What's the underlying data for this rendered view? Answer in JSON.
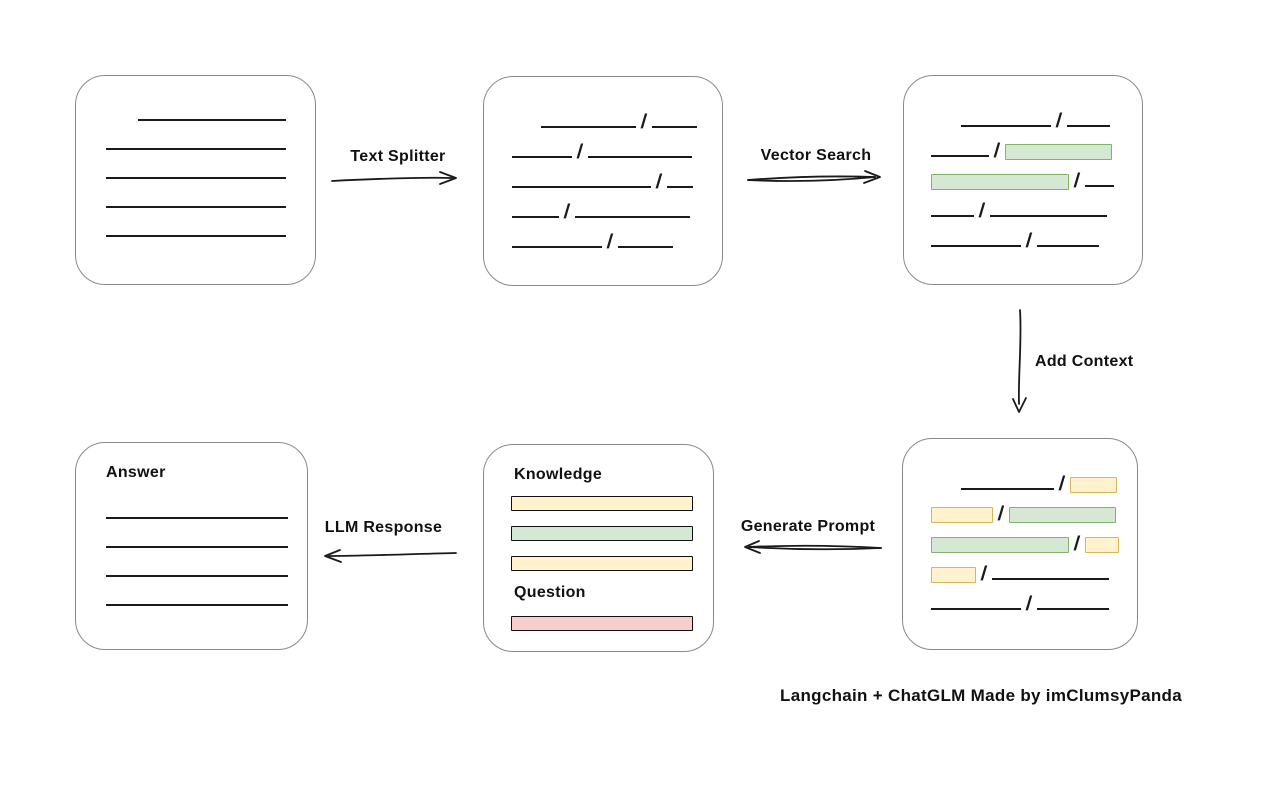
{
  "palette": {
    "box_border": "#8a8a8a",
    "line": "#1a1a1a",
    "green_fill": "#d5e8d4",
    "green_border": "#82b366",
    "yellow_fill": "#fff2cc",
    "yellow_border": "#d6b656",
    "red_fill": "#f8cecc",
    "red_border": "#b85450"
  },
  "slash_char": "/",
  "caption": "Langchain + ChatGLM Made by imClumsyPanda",
  "arrows": {
    "text_splitter": {
      "label": "Text Splitter",
      "direction": "right"
    },
    "vector_search": {
      "label": "Vector Search",
      "direction": "right"
    },
    "add_context": {
      "label": "Add Context",
      "direction": "down"
    },
    "generate_prompt": {
      "label": "Generate Prompt",
      "direction": "left"
    },
    "llm_response": {
      "label": "LLM Response",
      "direction": "left"
    }
  },
  "boxes": {
    "source_document": {
      "rows": [
        {
          "indent": 62,
          "segs": [
            {
              "t": "line",
              "w": 148
            }
          ]
        },
        {
          "indent": 30,
          "segs": [
            {
              "t": "line",
              "w": 180
            }
          ]
        },
        {
          "indent": 30,
          "segs": [
            {
              "t": "line",
              "w": 180
            }
          ]
        },
        {
          "indent": 30,
          "segs": [
            {
              "t": "line",
              "w": 180
            }
          ]
        },
        {
          "indent": 30,
          "segs": [
            {
              "t": "line",
              "w": 180
            }
          ]
        }
      ]
    },
    "split_text": {
      "rows": [
        {
          "indent": 57,
          "segs": [
            {
              "t": "line",
              "w": 95
            },
            {
              "t": "slash"
            },
            {
              "t": "line",
              "w": 45
            }
          ]
        },
        {
          "indent": 28,
          "segs": [
            {
              "t": "line",
              "w": 60
            },
            {
              "t": "slash"
            },
            {
              "t": "line",
              "w": 104
            }
          ]
        },
        {
          "indent": 28,
          "segs": [
            {
              "t": "line",
              "w": 139
            },
            {
              "t": "slash"
            },
            {
              "t": "line",
              "w": 26
            }
          ]
        },
        {
          "indent": 28,
          "segs": [
            {
              "t": "line",
              "w": 47
            },
            {
              "t": "slash"
            },
            {
              "t": "line",
              "w": 115
            }
          ]
        },
        {
          "indent": 28,
          "segs": [
            {
              "t": "line",
              "w": 90
            },
            {
              "t": "slash"
            },
            {
              "t": "line",
              "w": 55
            }
          ]
        }
      ]
    },
    "vector_search_result": {
      "rows": [
        {
          "indent": 57,
          "segs": [
            {
              "t": "line",
              "w": 90
            },
            {
              "t": "slash"
            },
            {
              "t": "line",
              "w": 43
            }
          ]
        },
        {
          "indent": 27,
          "segs": [
            {
              "t": "line",
              "w": 58
            },
            {
              "t": "slash"
            },
            {
              "t": "bar",
              "c": "green",
              "w": 107
            }
          ]
        },
        {
          "indent": 27,
          "segs": [
            {
              "t": "bar",
              "c": "green",
              "w": 138
            },
            {
              "t": "slash"
            },
            {
              "t": "line",
              "w": 29
            }
          ]
        },
        {
          "indent": 27,
          "segs": [
            {
              "t": "line",
              "w": 43
            },
            {
              "t": "slash"
            },
            {
              "t": "line",
              "w": 117
            }
          ]
        },
        {
          "indent": 27,
          "segs": [
            {
              "t": "line",
              "w": 90
            },
            {
              "t": "slash"
            },
            {
              "t": "line",
              "w": 62
            }
          ]
        }
      ]
    },
    "context_added": {
      "rows": [
        {
          "indent": 58,
          "segs": [
            {
              "t": "line",
              "w": 93
            },
            {
              "t": "slash"
            },
            {
              "t": "bar",
              "c": "yellow",
              "w": 47
            }
          ]
        },
        {
          "indent": 28,
          "segs": [
            {
              "t": "bar",
              "c": "yellow",
              "w": 62
            },
            {
              "t": "slash"
            },
            {
              "t": "bar",
              "c": "green",
              "w": 107
            }
          ]
        },
        {
          "indent": 28,
          "segs": [
            {
              "t": "bar",
              "c": "green",
              "w": 138
            },
            {
              "t": "slash"
            },
            {
              "t": "bar",
              "c": "yellow",
              "w": 34
            }
          ]
        },
        {
          "indent": 28,
          "segs": [
            {
              "t": "bar",
              "c": "yellow",
              "w": 45
            },
            {
              "t": "slash"
            },
            {
              "t": "line",
              "w": 117
            }
          ]
        },
        {
          "indent": 28,
          "segs": [
            {
              "t": "line",
              "w": 90
            },
            {
              "t": "slash"
            },
            {
              "t": "line",
              "w": 72
            }
          ]
        }
      ]
    },
    "prompt": {
      "knowledge_label": "Knowledge",
      "question_label": "Question",
      "knowledge_bars": [
        {
          "color": "yellow"
        },
        {
          "color": "green"
        },
        {
          "color": "yellow"
        }
      ],
      "question_bars": [
        {
          "color": "red"
        }
      ]
    },
    "answer": {
      "label": "Answer",
      "rows": [
        {
          "indent": 30,
          "segs": [
            {
              "t": "line",
              "w": 182
            }
          ]
        },
        {
          "indent": 30,
          "segs": [
            {
              "t": "line",
              "w": 182
            }
          ]
        },
        {
          "indent": 30,
          "segs": [
            {
              "t": "line",
              "w": 182
            }
          ]
        },
        {
          "indent": 30,
          "segs": [
            {
              "t": "line",
              "w": 182
            }
          ]
        }
      ]
    }
  }
}
